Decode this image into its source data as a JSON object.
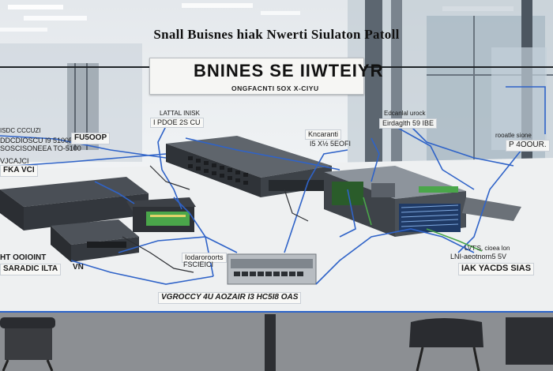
{
  "title": "Snall Buisnes hiak Nwerti Siulaton Patoll",
  "banner": {
    "headline": "BNINES SE IIWTEIYR",
    "subline": "ONGFACNTI 5OX X-CIYU"
  },
  "labels": {
    "left_top_line1": "ISDC CCCUZI",
    "left_top_line2": "DDCDIOSCU I9 5100R",
    "left_top_line3": "SOSCISONEEA TO-5100",
    "left_top_line4": "VJCAJCI",
    "left_top_line5": "FKA VCI",
    "left_tag": "FU5OOP",
    "mid_top_line1": "LATTAL INISK",
    "mid_top_line2": "I PDOE 2S CU",
    "center_tag_line1": "Kncaranti",
    "center_tag_line2": "I5 X½ 5EOFI",
    "right_tag_line1": "Edcanlal urock",
    "right_tag_line2": "Eirdaglth 59 IBE",
    "far_right_line1": "rooatle sione",
    "far_right_line2": "P 4OOUR.",
    "bottom_left_line1": "HT OOIOINT",
    "bottom_left_line2": "SARADIC ILTA",
    "bottom_left_vnum": "VN",
    "bottom_mid_line1": "Iodaroroorts",
    "bottom_mid_line2": "FSCIEICI",
    "bottom_strip": "VGROCCY 4U AOZAIR I3 HC5I8 OAS",
    "bottom_right_line1": "LVT'S, cioea lon",
    "bottom_right_line2": "LNI-aeotnorn5 5V",
    "bottom_right_line3": "IAK YACDS SIAS"
  },
  "colors": {
    "cable_blue": "#2f63c8",
    "device_dark": "#2f3338",
    "device_light": "#8d949c",
    "pcb_green": "#4aa64a"
  }
}
